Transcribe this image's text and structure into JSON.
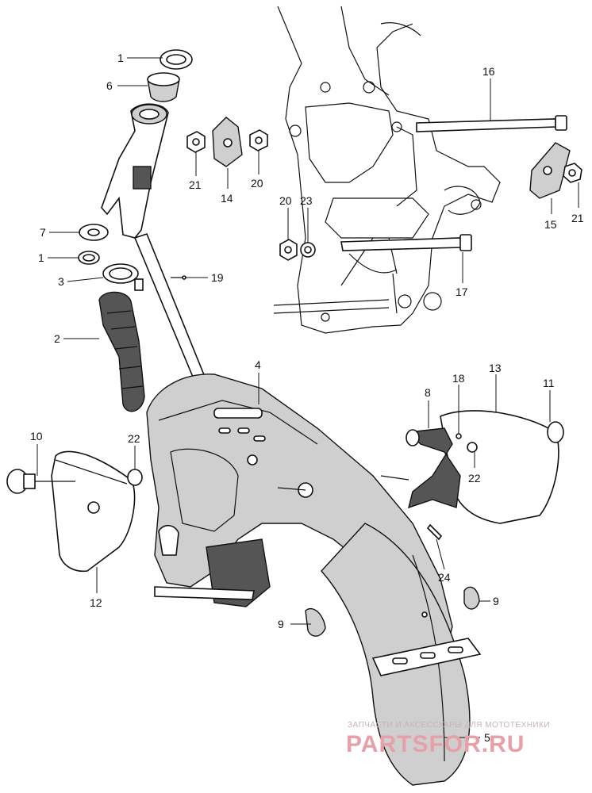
{
  "diagram": {
    "callouts": [
      {
        "id": "c1a",
        "text": "1"
      },
      {
        "id": "c6",
        "text": "6"
      },
      {
        "id": "c7",
        "text": "7"
      },
      {
        "id": "c1b",
        "text": "1"
      },
      {
        "id": "c3",
        "text": "3"
      },
      {
        "id": "c2",
        "text": "2"
      },
      {
        "id": "c19",
        "text": "19"
      },
      {
        "id": "c21a",
        "text": "21"
      },
      {
        "id": "c14",
        "text": "14"
      },
      {
        "id": "c20a",
        "text": "20"
      },
      {
        "id": "c20b",
        "text": "20"
      },
      {
        "id": "c23",
        "text": "23"
      },
      {
        "id": "c16",
        "text": "16"
      },
      {
        "id": "c15",
        "text": "15"
      },
      {
        "id": "c21b",
        "text": "21"
      },
      {
        "id": "c17",
        "text": "17"
      },
      {
        "id": "c4",
        "text": "4"
      },
      {
        "id": "c18",
        "text": "18"
      },
      {
        "id": "c13",
        "text": "13"
      },
      {
        "id": "c11",
        "text": "11"
      },
      {
        "id": "c8",
        "text": "8"
      },
      {
        "id": "c22a",
        "text": "22"
      },
      {
        "id": "c10",
        "text": "10"
      },
      {
        "id": "c22b",
        "text": "22"
      },
      {
        "id": "c12",
        "text": "12"
      },
      {
        "id": "c24",
        "text": "24"
      },
      {
        "id": "c9a",
        "text": "9"
      },
      {
        "id": "c9b",
        "text": "9"
      },
      {
        "id": "c5",
        "text": "5"
      }
    ]
  },
  "watermark": {
    "tagline": "ЗАПЧАСТИ И АКСЕССУАРЫ ДЛЯ МОТОТЕХНИКИ",
    "brand": "PARTSFOR.RU"
  }
}
